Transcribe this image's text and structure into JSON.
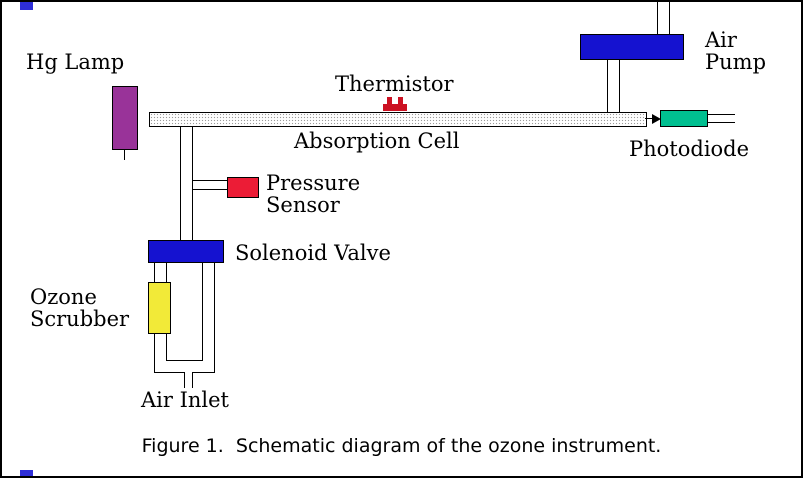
{
  "caption": "Figure 1.  Schematic diagram of the ozone instrument.",
  "labels": {
    "hg_lamp": "Hg Lamp",
    "thermistor": "Thermistor",
    "absorption_cell": "Absorption Cell",
    "air_pump": {
      "line1": "Air",
      "line2": "Pump"
    },
    "photodiode": "Photodiode",
    "pressure_sensor": {
      "line1": "Pressure",
      "line2": "Sensor"
    },
    "solenoid_valve": "Solenoid Valve",
    "ozone_scrubber": {
      "line1": "Ozone",
      "line2": "Scrubber"
    },
    "air_inlet": "Air Inlet"
  },
  "colors": {
    "hg_lamp": "#993399",
    "air_pump": "#1512d0",
    "solenoid_valve": "#1512d0",
    "pressure_sensor": "#ec1c36",
    "thermistor": "#cc1122",
    "ozone_scrubber": "#f2ea38",
    "photodiode": "#00bf90",
    "selection_handle": "#2e2ed8"
  }
}
